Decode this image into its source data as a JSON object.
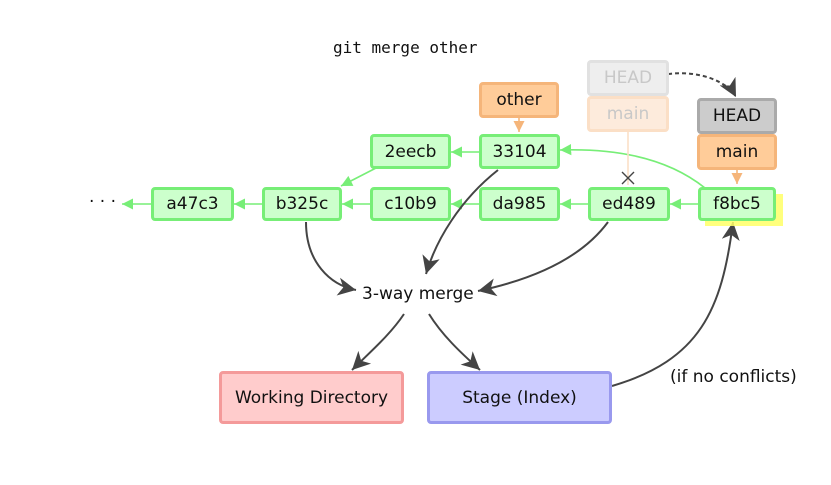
{
  "command": "git merge other",
  "ellipsis": "· · ·",
  "commits": {
    "a47c3": "a47c3",
    "b325c": "b325c",
    "c10b9": "c10b9",
    "da985": "da985",
    "ed489": "ed489",
    "f8bc5": "f8bc5",
    "2eecb": "2eecb",
    "33104": "33104"
  },
  "refs": {
    "other": "other",
    "head_old": "HEAD",
    "main_old": "main",
    "head_new": "HEAD",
    "main_new": "main"
  },
  "merge_label": "3-way merge",
  "targets": {
    "working_directory": "Working Directory",
    "stage": "Stage (Index)"
  },
  "note": "(if no conflicts)",
  "colors": {
    "commit_fill": "#ccffcc",
    "commit_border": "#77ee77",
    "ref_fill": "#ffcc99",
    "head_fill": "#cccccc",
    "workdir_fill": "#ffcccc",
    "stage_fill": "#ccccff",
    "highlight": "#ffff66"
  }
}
